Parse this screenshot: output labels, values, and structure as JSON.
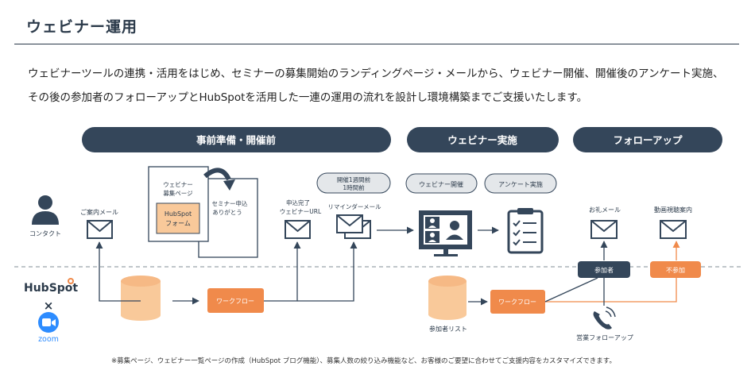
{
  "header": {
    "title": "ウェビナー運用"
  },
  "description": {
    "line1": "ウェビナーツールの連携・活用をはじめ、セミナーの募集開始のランディングページ・メールから、ウェビナー開催、開催後のアンケート実施、",
    "line2": "その後の参加者のフォローアップとHubSpotを活用した一連の運用の流れを設計し環境構築までご支援いたします。"
  },
  "phases": {
    "pre": "事前準備・開催前",
    "during": "ウェビナー実施",
    "follow": "フォローアップ"
  },
  "nodes": {
    "contact": "コンタクト",
    "invite_mail": "ご案内メール",
    "webinar_page_l1": "ウェビナー",
    "webinar_page_l2": "募集ページ",
    "form_l1": "HubSpot",
    "form_l2": "フォーム",
    "thanks_l1": "セミナー申込",
    "thanks_l2": "ありがとう",
    "complete_l1": "申込完了",
    "complete_l2": "ウェビナーURL",
    "before_l1": "開催1週間前",
    "before_l2": "1時間前",
    "reminder": "リマインダーメール",
    "webinar_held": "ウェビナー開催",
    "survey": "アンケート実施",
    "thanks_mail": "お礼メール",
    "video_mail": "動画視聴案内",
    "attendee": "参加者",
    "absent": "不参加",
    "workflow1": "ワークフロー",
    "workflow2": "ワークフロー",
    "attendee_list": "参加者リスト",
    "sales_follow": "営業フォローアップ"
  },
  "logos": {
    "hubspot": "HubSpot",
    "times": "×",
    "zoom": "zoom"
  },
  "footnote": "※募集ページ、ウェビナー一覧ページの作成（HubSpot ブログ機能）、募集人数の絞り込み機能など、お客様のご要望に合わせてご支援内容をカスタマイズできます。",
  "colors": {
    "navy": "#34465a",
    "orange": "#f08a4b",
    "lightorange": "#f9c99a",
    "gray": "#5d6670",
    "pill_bg": "#e4e7ea"
  }
}
